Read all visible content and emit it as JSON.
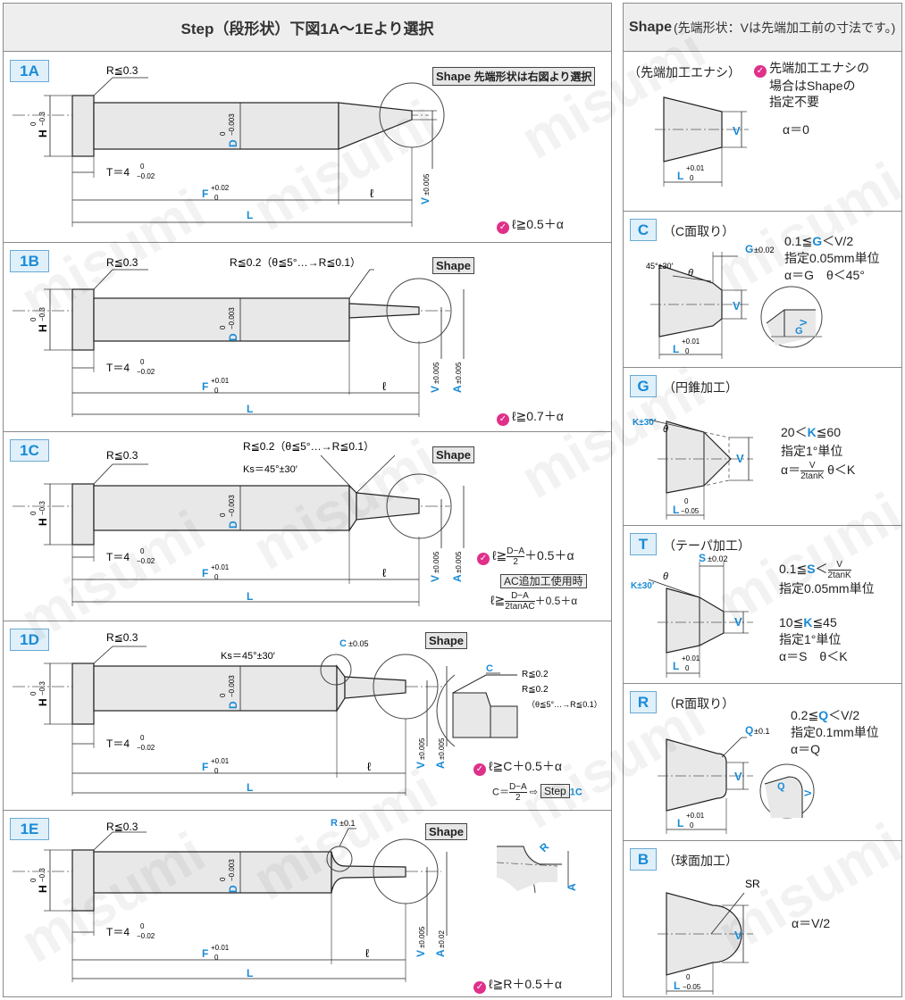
{
  "left_header": "Step（段形状）下図1A～1Eより選択",
  "right_header": {
    "main": "Shape",
    "sub": "(先端形状：Vは先端加工前の寸法です。)"
  },
  "watermark": "misumi",
  "colors": {
    "accent": "#1a8bd6",
    "pin": "#e0308a",
    "fill": "#e8e8e8",
    "border": "#8a8a8a"
  },
  "dims": {
    "r03": "R≦0.3",
    "r02": "R≦0.2（θ≦5°…→R≦0.1）",
    "h": "H",
    "h_tol_top": "0",
    "h_tol_bot": "−0.3",
    "d": "D",
    "d_tol_top": "0",
    "d_tol_bot": "−0.003",
    "t": "T＝4",
    "t_tol_top": "0",
    "t_tol_bot": "−0.02",
    "f": "F",
    "f_tol_002": "+0.02",
    "f_tol_001": "+0.01",
    "f_tol_0": "0",
    "l_big": "L",
    "ell": "ℓ",
    "v": "V",
    "v_tol": "±0.005",
    "a": "A",
    "a_tol": "±0.005",
    "a_tol_02": "±0.02",
    "ks": "Ks＝45°±30′",
    "c": "C",
    "c_tol": "±0.05",
    "r_e": "R",
    "r_e_tol": "±0.1",
    "r02s": "R≦0.2",
    "r02b": "R≦0.2",
    "r02b_note": "（θ≦5°…→R≦0.1）",
    "shape_tag": "Shape",
    "shape_note": "先端形状は右図より選択"
  },
  "sections": [
    {
      "id": "1A",
      "cond": "ℓ≧0.5＋α"
    },
    {
      "id": "1B",
      "cond": "ℓ≧0.7＋α"
    },
    {
      "id": "1C",
      "cond_pre": "ℓ≧",
      "frac_num": "D−A",
      "frac_den": "2",
      "cond_post": "＋0.5＋α",
      "ac_label": "AC追加工使用時",
      "ac_pre": "ℓ≧",
      "ac_num": "D−A",
      "ac_den": "2tanAC",
      "ac_post": "＋0.5＋α"
    },
    {
      "id": "1D",
      "cond": "ℓ≧C＋0.5＋α",
      "c_pre": "C＝",
      "c_num": "D−A",
      "c_den": "2",
      "c_arrow": "⇨",
      "c_step": "Step",
      "c_step_ref": "1C"
    },
    {
      "id": "1E",
      "cond": "ℓ≧R＋0.5＋α"
    }
  ],
  "shapes": [
    {
      "id": "",
      "title": "（先端加工エナシ）",
      "note_l1": "先端加工エナシの",
      "note_l2": "場合はShapeの",
      "note_l3": "指定不要",
      "eq": "α＝0",
      "l_tol_top": "+0.01",
      "l_tol_bot": "0"
    },
    {
      "id": "C",
      "title": "（C面取り）",
      "dim": "G",
      "dim_tol": "±0.02",
      "angle": "45°±30′",
      "theta": "θ",
      "c1": "0.1≦",
      "c1k": "G",
      "c1b": "＜V/2",
      "c2": "指定0.05mm単位",
      "c3": "α＝G　θ＜45°",
      "l_tol_top": "+0.01",
      "l_tol_bot": "0"
    },
    {
      "id": "G",
      "title": "（円錐加工）",
      "angle": "K±30′",
      "theta": "θ",
      "c1": "20＜",
      "c1k": "K",
      "c1b": "≦60",
      "c2": "指定1°単位",
      "c3a": "α＝",
      "c3num": "V",
      "c3den": "2tanK",
      "c3b": "θ＜K",
      "l_tol_top": "0",
      "l_tol_bot": "−0.05"
    },
    {
      "id": "T",
      "title": "（テーパ加工）",
      "dim": "S",
      "dim_tol": "±0.02",
      "angle": "K±30′",
      "theta": "θ",
      "c1": "0.1≦",
      "c1k": "S",
      "c1b": "＜",
      "c1num": "V",
      "c1den": "2tanK",
      "c2": "指定0.05mm単位",
      "c4": "10≦",
      "c4k": "K",
      "c4b": "≦45",
      "c5": "指定1°単位",
      "c6": "α＝S　θ＜K",
      "l_tol_top": "+0.01",
      "l_tol_bot": "0"
    },
    {
      "id": "R",
      "title": "（R面取り）",
      "dim": "Q",
      "dim_tol": "±0.1",
      "c1": "0.2≦",
      "c1k": "Q",
      "c1b": "＜V/2",
      "c2": "指定0.1mm単位",
      "c3": "α＝Q",
      "l_tol_top": "+0.01",
      "l_tol_bot": "0"
    },
    {
      "id": "B",
      "title": "（球面加工）",
      "dim": "SR",
      "eq": "α＝V/2",
      "l_tol_top": "0",
      "l_tol_bot": "−0.05"
    }
  ]
}
